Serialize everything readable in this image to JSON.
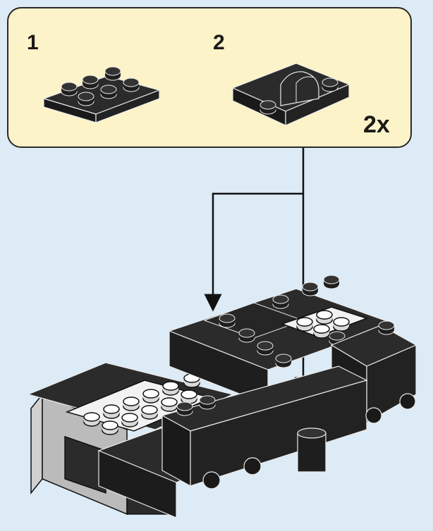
{
  "callout": {
    "step_1_label": "1",
    "step_2_label": "2",
    "quantity_label": "2x"
  },
  "colors": {
    "background": "#dcebf5",
    "callout_fill": "#fdf3c8",
    "brick_dark": "#2b2b2b",
    "brick_light": "#f2f2f2",
    "outline": "#111111"
  }
}
